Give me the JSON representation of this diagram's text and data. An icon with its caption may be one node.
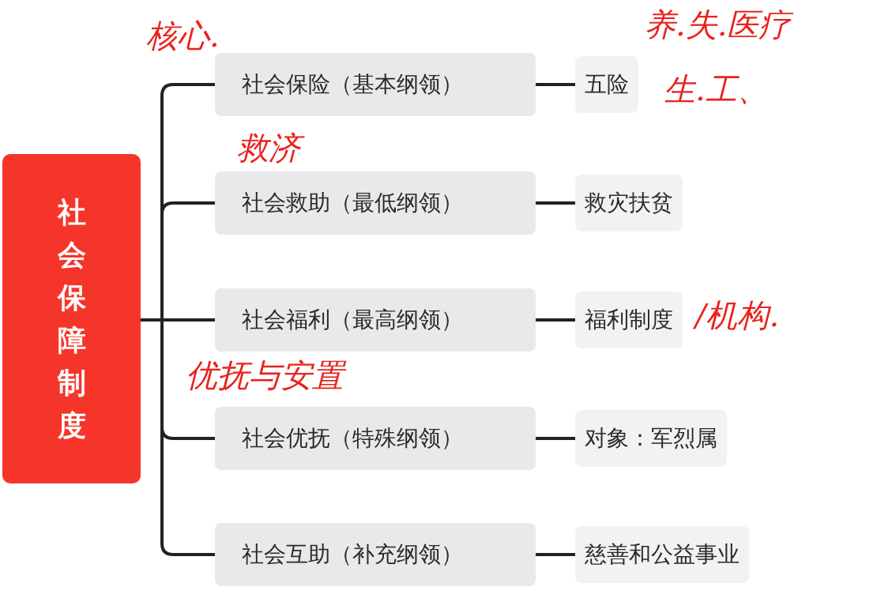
{
  "diagram": {
    "nodes": [
      {
        "text": [
          "社会保障制度"
        ]
      },
      {
        "text": [
          "社会保险（基本纲领）"
        ]
      },
      {
        "text": [
          "社会救助（最低纲领）"
        ]
      },
      {
        "text": [
          "社会福利（最高纲领）"
        ]
      },
      {
        "text": [
          "社会优抚（特殊纲领）"
        ]
      },
      {
        "text": [
          "社会互助（补充纲领）"
        ]
      },
      {
        "text": [
          "五险"
        ]
      },
      {
        "text": [
          "救灾扶贫"
        ]
      },
      {
        "text": [
          "福利制度"
        ]
      },
      {
        "text": [
          "对象：军烈属"
        ]
      },
      {
        "text": [
          "慈善和公益事业"
        ]
      }
    ],
    "edges": [
      {
        "from": 0,
        "to": 1,
        "arrow": "none"
      },
      {
        "from": 0,
        "to": 2,
        "arrow": "none"
      },
      {
        "from": 0,
        "to": 3,
        "arrow": "none"
      },
      {
        "from": 0,
        "to": 4,
        "arrow": "none"
      },
      {
        "from": 0,
        "to": 5,
        "arrow": "none"
      },
      {
        "from": 1,
        "to": 6,
        "arrow": "none"
      },
      {
        "from": 2,
        "to": 7,
        "arrow": "none"
      },
      {
        "from": 3,
        "to": 8,
        "arrow": "none"
      },
      {
        "from": 4,
        "to": 9,
        "arrow": "none"
      },
      {
        "from": 5,
        "to": 10,
        "arrow": "none"
      }
    ],
    "labels": [
      "核心.",
      "养.失.医疗",
      "生.工、",
      "救济",
      "/机构.",
      "优抚与安置"
    ]
  }
}
